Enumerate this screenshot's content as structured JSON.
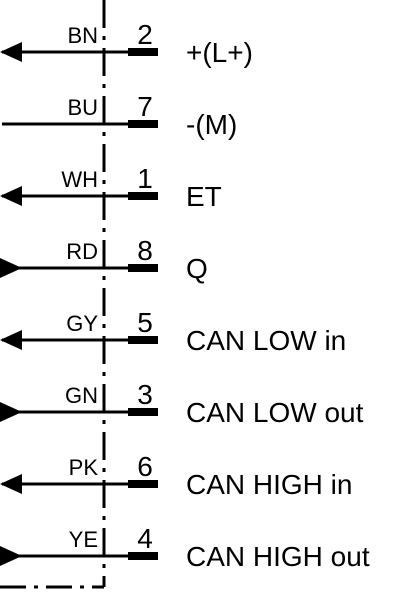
{
  "pins": [
    {
      "color": "BN",
      "number": "2",
      "signal": "+(L+)",
      "arrow": "left"
    },
    {
      "color": "BU",
      "number": "7",
      "signal": "-(M)",
      "arrow": "none"
    },
    {
      "color": "WH",
      "number": "1",
      "signal": "ET",
      "arrow": "left"
    },
    {
      "color": "RD",
      "number": "8",
      "signal": "Q",
      "arrow": "right"
    },
    {
      "color": "GY",
      "number": "5",
      "signal": "CAN LOW in",
      "arrow": "left"
    },
    {
      "color": "GN",
      "number": "3",
      "signal": "CAN LOW out",
      "arrow": "right"
    },
    {
      "color": "PK",
      "number": "6",
      "signal": "CAN HIGH in",
      "arrow": "left"
    },
    {
      "color": "YE",
      "number": "4",
      "signal": "CAN HIGH out",
      "arrow": "right"
    }
  ]
}
